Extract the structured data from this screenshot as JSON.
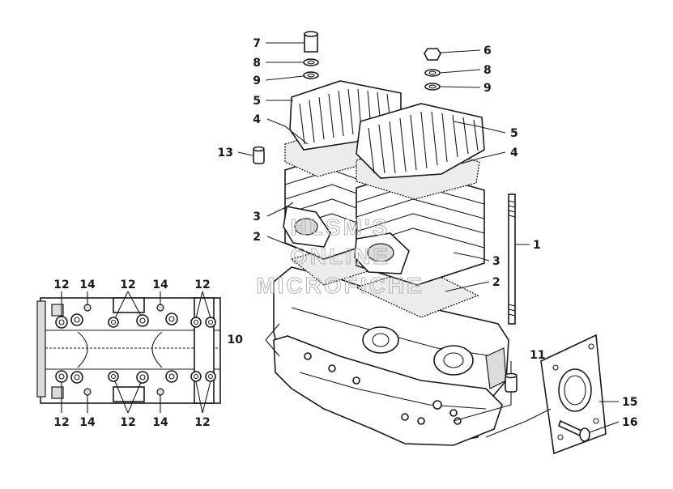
{
  "callouts": {
    "c1": "1",
    "c2a": "2",
    "c2b": "2",
    "c3a": "3",
    "c3b": "3",
    "c4a": "4",
    "c4b": "4",
    "c5a": "5",
    "c5b": "5",
    "c6": "6",
    "c7": "7",
    "c8a": "8",
    "c8b": "8",
    "c9a": "9",
    "c9b": "9",
    "c10": "10",
    "c11": "11",
    "c13": "13",
    "c15": "15",
    "c16": "16",
    "c12_t1": "12",
    "c12_t2": "12",
    "c12_t3": "12",
    "c12_b1": "12",
    "c12_b2": "12",
    "c12_b3": "12",
    "c14_t1": "14",
    "c14_t2": "14",
    "c14_b1": "14",
    "c14_b2": "14"
  },
  "watermark": {
    "line1": "HLSM'S",
    "line2": "ONLINE",
    "line3": "MICROFICHE"
  }
}
